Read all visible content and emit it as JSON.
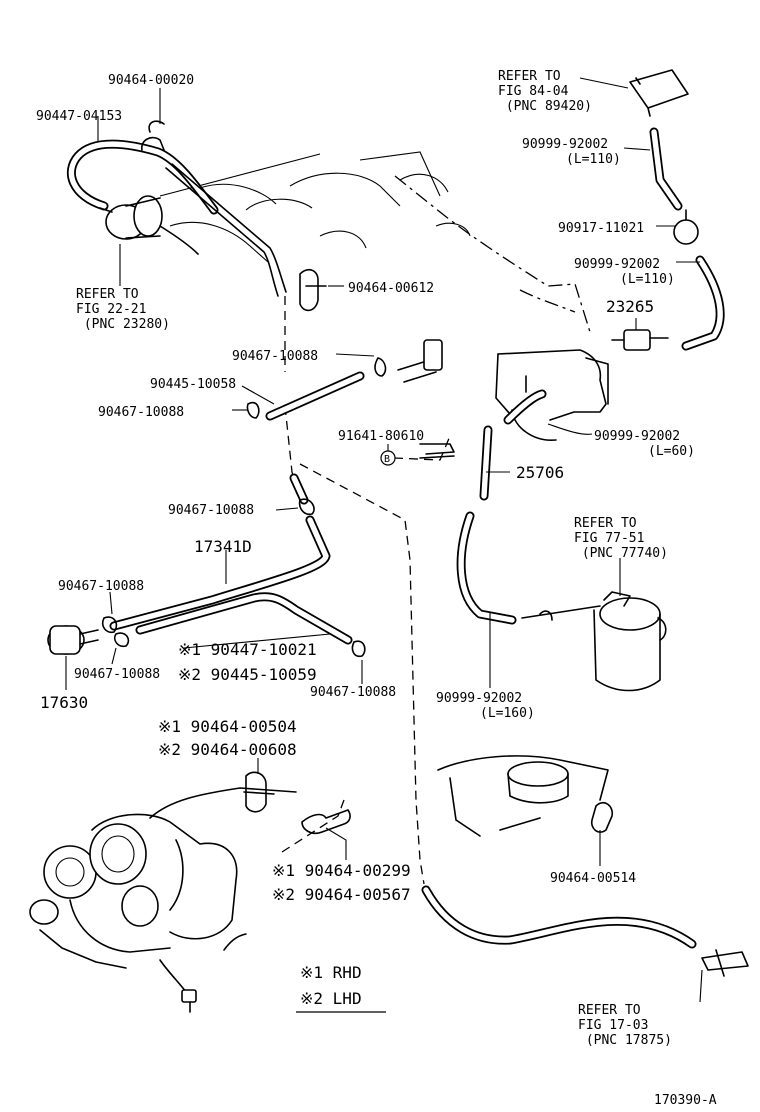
{
  "figure_id": "170390-A",
  "callouts": {
    "p_90464_00020": "90464-00020",
    "p_90447_04153": "90447-04153",
    "refer_22_21": [
      "REFER TO",
      "FIG 22-21",
      " (PNC 23280)"
    ],
    "p_90464_00612": "90464-00612",
    "p_90467_10088_a": "90467-10088",
    "p_90445_10058": "90445-10058",
    "p_90467_10088_b": "90467-10088",
    "p_91641_80610": "91641-80610",
    "p_25706": "25706",
    "p_90467_10088_c": "90467-10088",
    "p_17341D": "17341D",
    "p_90467_10088_d": "90467-10088",
    "p_90467_10088_e": "90467-10088",
    "p_17630": "17630",
    "p_rhd_90447_10021": "※1 90447-10021",
    "p_lhd_90445_10059": "※2 90445-10059",
    "p_90467_10088_f": "90467-10088",
    "p_rhd_90464_00504": "※1 90464-00504",
    "p_lhd_90464_00608": "※2 90464-00608",
    "p_rhd_90464_00299": "※1 90464-00299",
    "p_lhd_90464_00567": "※2 90464-00567",
    "refer_84_04": [
      "REFER TO",
      "FIG 84-04",
      " (PNC 89420)"
    ],
    "p_90999_92002_a": [
      "90999-92002",
      "(L=110)"
    ],
    "p_90917_11021": "90917-11021",
    "p_90999_92002_b": [
      "90999-92002",
      "(L=110)"
    ],
    "p_23265": "23265",
    "p_90999_92002_c": [
      "90999-92002",
      "(L=60)"
    ],
    "refer_77_51": [
      "REFER TO",
      "FIG 77-51",
      " (PNC 77740)"
    ],
    "p_90999_92002_d": [
      "90999-92002",
      "(L=160)"
    ],
    "p_90464_00514": "90464-00514",
    "refer_17_03": [
      "REFER TO",
      "FIG 17-03",
      " (PNC 17875)"
    ]
  },
  "legend": {
    "rhd": "※1 RHD",
    "lhd": "※2 LHD"
  }
}
